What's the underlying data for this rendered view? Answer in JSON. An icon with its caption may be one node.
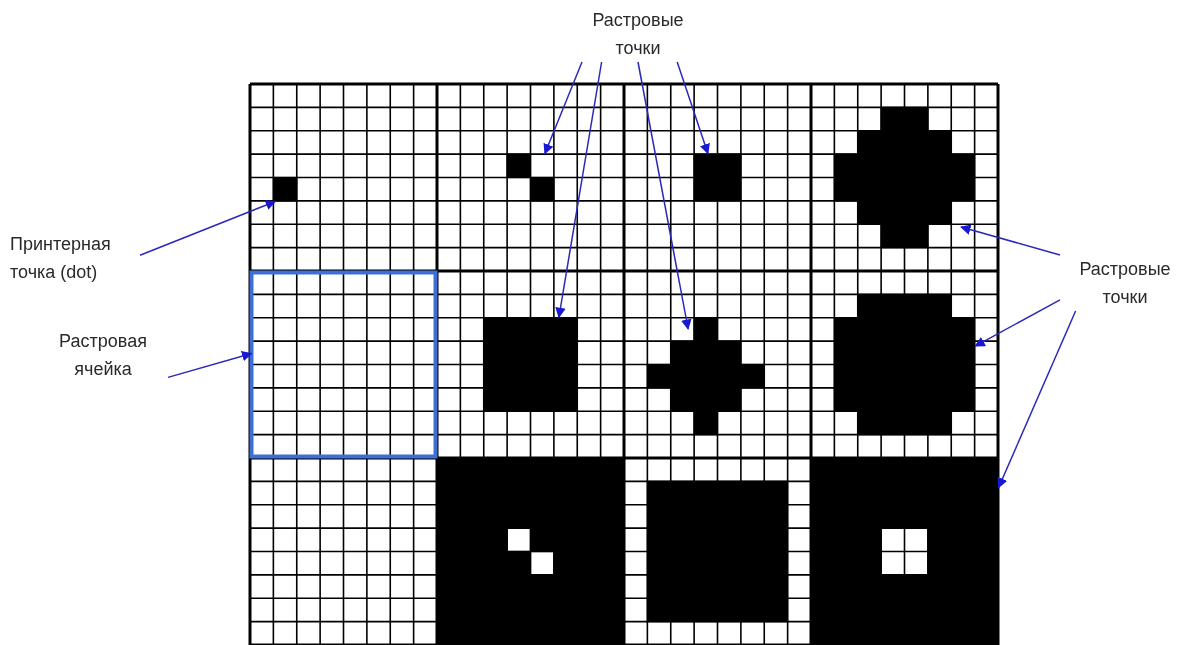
{
  "diagram": {
    "nodes": [
      {
        "text": [
          "Растровые точки"
        ]
      },
      {
        "text": [
          "Принтерная точка (dot)"
        ]
      },
      {
        "text": [
          "Растровая ячейка"
        ]
      },
      {
        "text": [
          "Растровые точки"
        ]
      },
      {
        "text": [],
        "shape": "box"
      },
      {
        "text": [],
        "shape": "box"
      },
      {
        "text": [],
        "shape": "box"
      },
      {
        "text": [],
        "shape": "box"
      },
      {
        "text": [],
        "shape": "box"
      },
      {
        "text": [],
        "shape": "box"
      },
      {
        "text": [],
        "shape": "box"
      },
      {
        "text": [],
        "shape": "box"
      },
      {
        "text": [],
        "shape": "box"
      }
    ],
    "edges": [
      {
        "from": 0,
        "to": 5,
        "arrow": "to"
      },
      {
        "from": 0,
        "to": 9,
        "arrow": "to"
      },
      {
        "from": 0,
        "to": 10,
        "arrow": "to"
      },
      {
        "from": 0,
        "to": 6,
        "arrow": "to"
      },
      {
        "from": 1,
        "to": 4,
        "arrow": "to"
      },
      {
        "from": 2,
        "to": 8,
        "arrow": "to"
      },
      {
        "from": 3,
        "to": 7,
        "arrow": "to"
      },
      {
        "from": 3,
        "to": 11,
        "arrow": "to"
      },
      {
        "from": 3,
        "to": 12,
        "arrow": "to"
      }
    ]
  }
}
